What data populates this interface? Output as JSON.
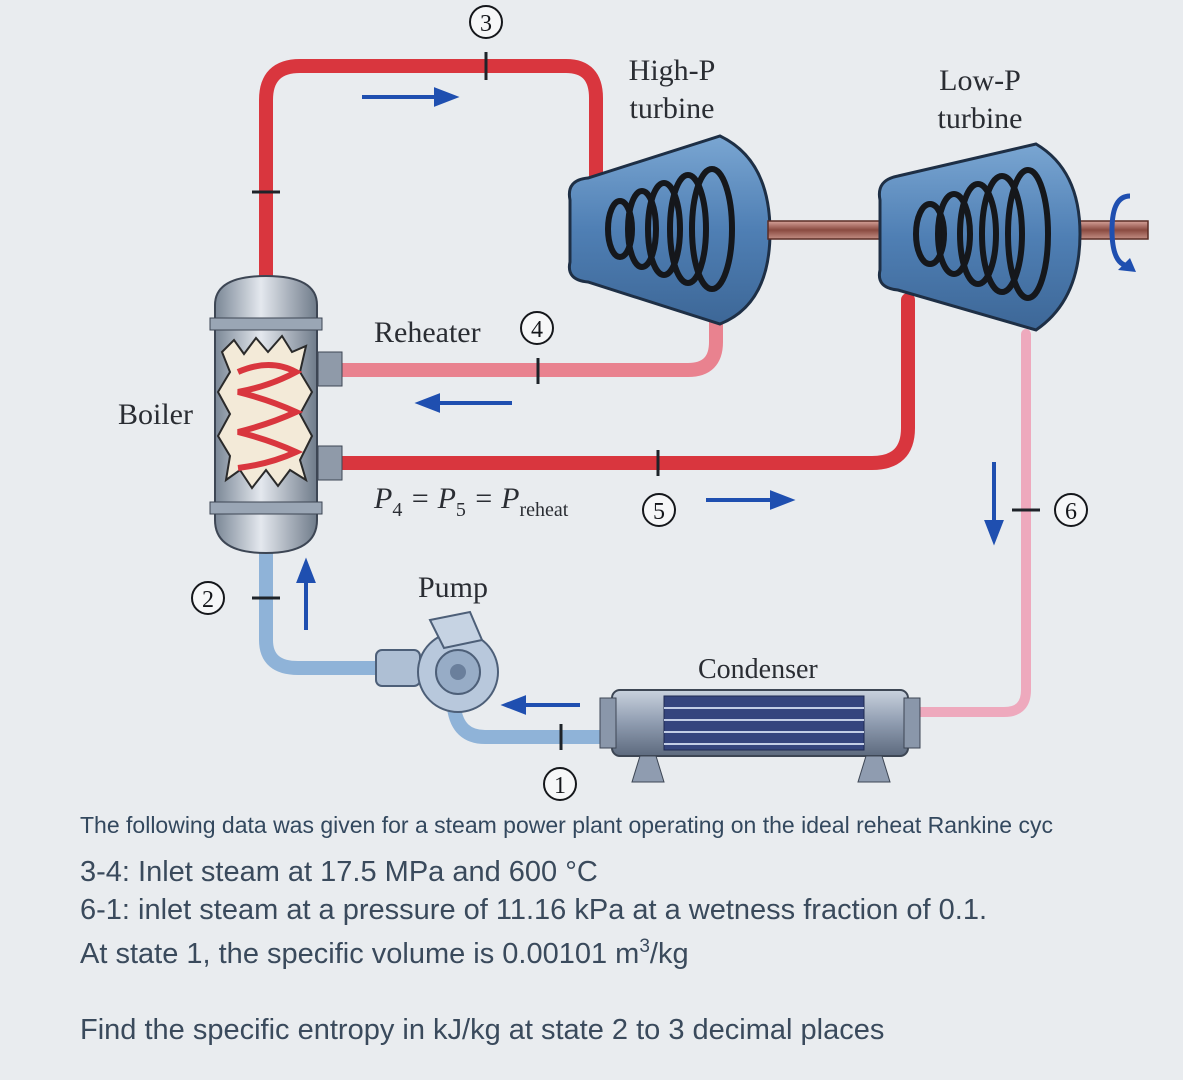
{
  "labels": {
    "hp_turbine_line1": "High-P",
    "hp_turbine_line2": "turbine",
    "lp_turbine_line1": "Low-P",
    "lp_turbine_line2": "turbine",
    "reheater": "Reheater",
    "boiler": "Boiler",
    "pump": "Pump",
    "condenser": "Condenser",
    "pressure_eq": {
      "p4": "P",
      "sub4": "4",
      "eq1": " = P",
      "sub5": "5",
      "eq2": " = P",
      "subr": "reheat"
    }
  },
  "states": [
    "1",
    "2",
    "3",
    "4",
    "5",
    "6"
  ],
  "colors": {
    "hot_pipe": "#d9363e",
    "warm_pipe": "#e9828f",
    "cold_pipe": "#8fb3d8",
    "arrow": "#1f4fb0",
    "turbine": "#5a86b5"
  },
  "problem": {
    "intro": "The following data was given for a steam power plant operating on the ideal reheat Rankine cyc",
    "line_34": "3-4: Inlet steam at 17.5 MPa and 600 °C",
    "line_61": "6-1: inlet steam at a pressure of 11.16 kPa at a wetness fraction of 0.1.",
    "line_v1_text": "At state 1, the specific volume is 0.00101 m",
    "line_v1_sup": "3",
    "line_v1_unit": "/kg",
    "question": "Find the specific entropy in kJ/kg at state 2 to 3 decimal places"
  }
}
